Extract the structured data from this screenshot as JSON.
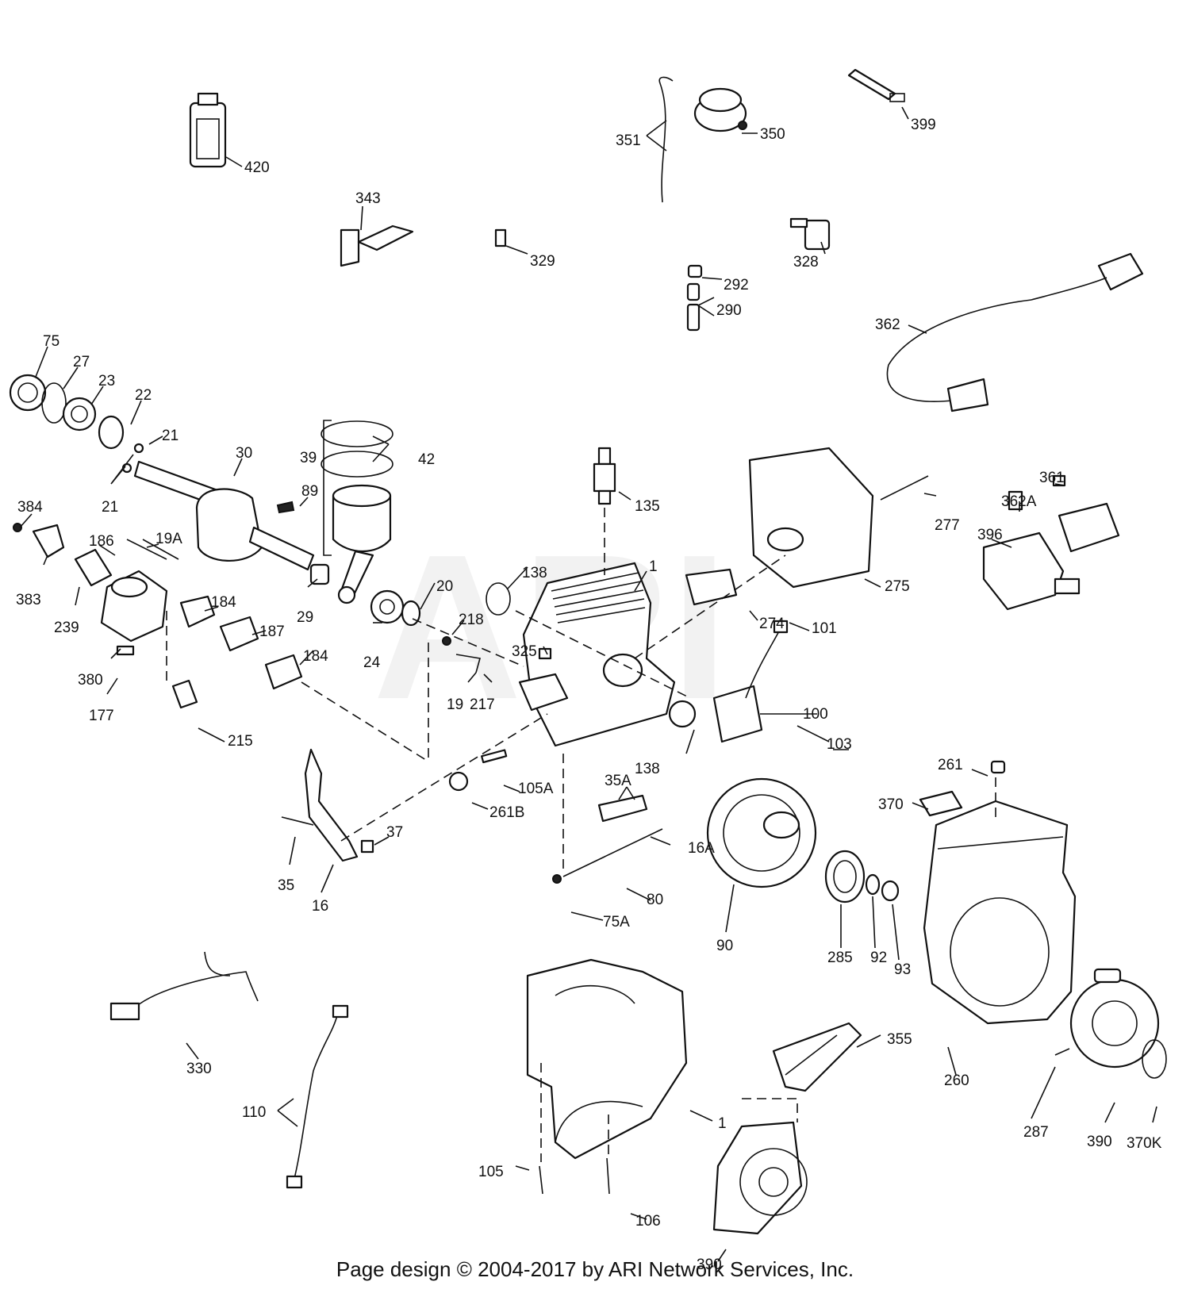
{
  "watermark": "ARI",
  "footer": "Page design © 2004-2017 by ARI Network Services, Inc.",
  "labels": {
    "p420": "420",
    "p351": "351",
    "p350": "350",
    "p399": "399",
    "p343": "343",
    "p329": "329",
    "p328": "328",
    "p292": "292",
    "p290": "290",
    "p362": "362",
    "p75": "75",
    "p27": "27",
    "p23": "23",
    "p22": "22",
    "p21a": "21",
    "p21b": "21",
    "p30": "30",
    "p39": "39",
    "p42": "42",
    "p89": "89",
    "p135": "135",
    "p277": "277",
    "p361": "361",
    "p362A": "362A",
    "p396": "396",
    "p384": "384",
    "p186": "186",
    "p19A": "19A",
    "p383": "383",
    "p239": "239",
    "p29": "29",
    "p20": "20",
    "p138a": "138",
    "p1a": "1",
    "p275": "275",
    "p184a": "184",
    "p187": "187",
    "p184b": "184",
    "p24": "24",
    "p218": "218",
    "p325": "325",
    "p274": "274",
    "p101": "101",
    "p380": "380",
    "p177": "177",
    "p19": "19",
    "p217": "217",
    "p100": "100",
    "p215": "215",
    "p103": "103",
    "p138b": "138",
    "p261": "261",
    "p105A": "105A",
    "p35A": "35A",
    "p370": "370",
    "p261B": "261B",
    "p37": "37",
    "p16A": "16A",
    "p35": "35",
    "p16": "16",
    "p80": "80",
    "p75A": "75A",
    "p90": "90",
    "p285": "285",
    "p92": "92",
    "p93": "93",
    "p330": "330",
    "p355": "355",
    "p110": "110",
    "p1b": "1",
    "p260": "260",
    "p287": "287",
    "p390a": "390",
    "p370K": "370K",
    "p105": "105",
    "p106": "106",
    "p390b": "390"
  }
}
